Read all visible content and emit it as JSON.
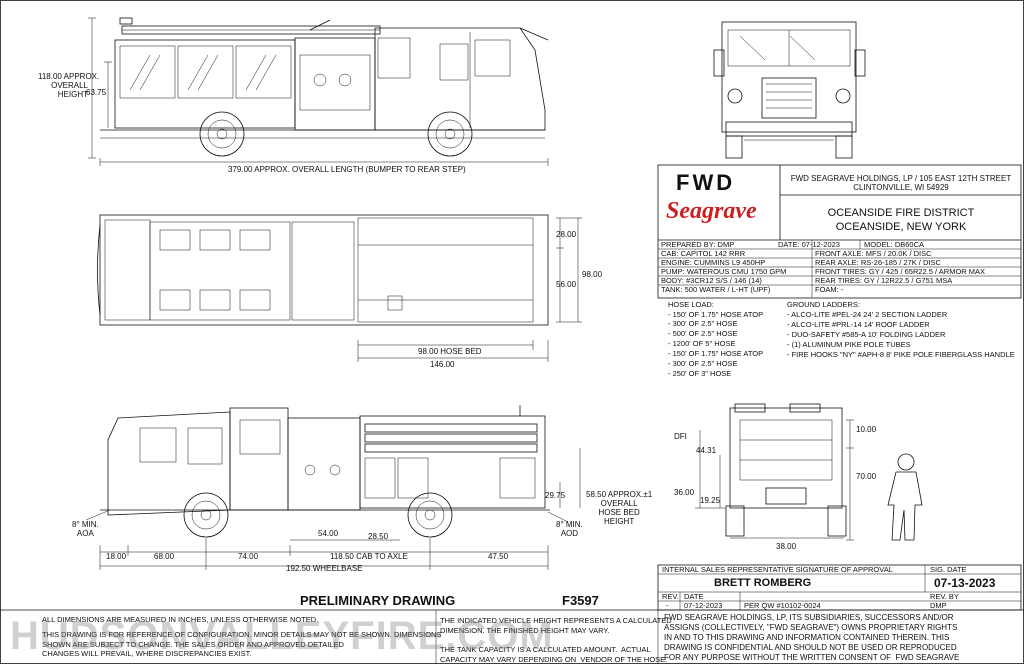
{
  "dimensions": {
    "overall_height": "118.00 APPROX.\nOVERALL\nHEIGHT",
    "dim_63_75": "63.75",
    "overall_length": "379.00 APPROX. OVERALL LENGTH (BUMPER TO REAR STEP)",
    "top_28": "28.00",
    "top_98": "98.00",
    "top_56": "56.00",
    "hose_bed": "98.00 HOSE BED",
    "dim_146": "146.00",
    "side_29_75": "29.75",
    "side_58_50": "58.50 APPROX.±1\nOVERALL\nHOSE BED\nHEIGHT",
    "min_aoa": "8° MIN.\nAOA",
    "min_aod": "8° MIN.\nAOD",
    "d18": "18.00",
    "d68": "68.00",
    "d74": "74.00",
    "d54": "54.00",
    "d28_50": "28.50",
    "d47_50": "47.50",
    "cab_to_axle": "118.50 CAB TO AXLE",
    "wheelbase": "192.50 WHEELBASE",
    "dfi": "DFI",
    "r44_31": "44.31",
    "r36": "36.00",
    "r19_25": "19.25",
    "r38": "38.00",
    "h10": "10.00",
    "h70": "70.00"
  },
  "title_block": {
    "logo_fwd": "FWD",
    "logo_seagrave": "Seagrave",
    "company_address": "FWD SEAGRAVE HOLDINGS, LP / 105 EAST 12TH STREET\nCLINTONVILLE, WI 54929",
    "customer": "OCEANSIDE FIRE DISTRICT\nOCEANSIDE, NEW YORK",
    "prepared_by": "PREPARED BY:  DMP",
    "date": "DATE: 07-12-2023",
    "model": "MODEL: DB60CA",
    "specs_left": [
      "CAB:  CAPITOL 142 RRR",
      "ENGINE: CUMMINS L9 450HP",
      "PUMP: WATEROUS CMU 1750 GPM",
      "BODY:  #3CR12 S/S / 146 (14)",
      "TANK: 500 WATER / L-HT (UPF)"
    ],
    "specs_right": [
      "FRONT AXLE:  MFS / 20.0K / DISC",
      "REAR AXLE:  RS-26-185 / 27K / DISC",
      "FRONT TIRES:  GY / 425 / 65R22.5 / ARMOR MAX",
      "REAR TIRES:  GY / 12R22.5 / G751 MSA",
      "FOAM:  -"
    ]
  },
  "hose_load": {
    "title": "HOSE LOAD:",
    "items": [
      "- 150' OF 1.75\" HOSE ATOP",
      "- 300' OF 2.5\" HOSE",
      "- 500' OF 2.5\" HOSE",
      "- 1200' OF 5\" HOSE",
      "- 150' OF 1.75\" HOSE ATOP",
      "- 300' OF 2.5\" HOSE",
      "- 250' OF 3\" HOSE"
    ]
  },
  "ground_ladders": {
    "title": "GROUND LADDERS:",
    "items": [
      "- ALCO-LITE #PEL-24 24' 2 SECTION LADDER",
      "- ALCO-LITE #PRL-14 14' ROOF LADDER",
      "- DUO-SAFETY #585-A 10' FOLDING LADDER",
      "- (1) ALUMINUM PIKE POLE TUBES",
      "- FIRE HOOKS \"NY\" #APH-8 8' PIKE POLE FIBERGLASS HANDLE"
    ]
  },
  "approval": {
    "header": "INTERNAL SALES REPRESENTATIVE SIGNATURE OF APPROVAL",
    "sig_date_label": "SIG. DATE",
    "name": "BRETT ROMBERG",
    "sig_date": "07-13-2023",
    "rev_label": "REV.",
    "date_label": "DATE",
    "rev_by_label": "REV. BY",
    "rev_value": "-",
    "rev_date": "07-12-2023",
    "rev_desc": "PER QW #10102-0024",
    "rev_by": "DMP"
  },
  "footer": {
    "preliminary": "PRELIMINARY DRAWING",
    "drawing_no": "F3597",
    "note1": "ALL DIMENSIONS ARE MEASURED IN INCHES, UNLESS OTHERWISE NOTED.",
    "note2": "THIS DRAWING IS FOR REFERENCE OF CONFIGURATION. MINOR DETAILS MAY NOT BE SHOWN. DIMENSIONS\nSHOWN ARE SUBJECT TO CHANGE. THE SALES ORDER AND APPROVED DETAILED\nCHANGES WILL PREVAIL, WHERE DISCREPANCIES EXIST.",
    "note3": "THE INDICATED VEHICLE HEIGHT REPRESENTS A CALCULATED\nDIMENSION. THE FINISHED HEIGHT MAY VARY.",
    "note4": "THE TANK CAPACITY IS A CALCULATED AMOUNT.  ACTUAL\nCAPACITY MAY VARY DEPENDING ON  VENDOR OF THE HOSE.",
    "confidential": "FWD SEAGRAVE HOLDINGS, LP, ITS SUBSIDIARIES, SUCCESSORS AND/OR\nASSIGNS (COLLECTIVELY, \"FWD SEAGRAVE\") OWNS PROPRIETARY RIGHTS\nIN AND TO THIS DRAWING AND INFORMATION CONTAINED THEREIN. THIS\nDRAWING IS CONFIDENTIAL AND SHOULD NOT BE USED OR REPRODUCED\nFOR ANY PURPOSE WITHOUT THE WRITTEN CONSENT OF  FWD SEAGRAVE",
    "watermark": "HUDSONVALLEYFIRE.COM"
  },
  "colors": {
    "brand_red": "#cc1f1f",
    "line": "#111111"
  }
}
